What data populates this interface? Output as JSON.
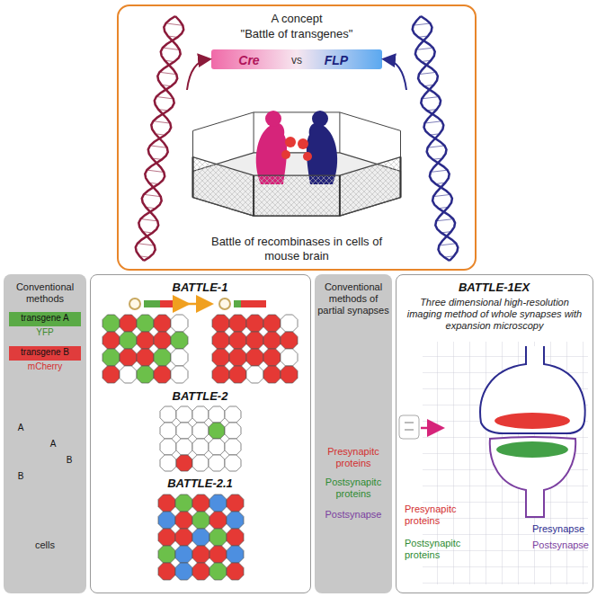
{
  "diagram": {
    "nodes": [
      {
        "text": [
          "A concept",
          "\"Battle of transgenes\"",
          "Battle of recombinases in cells of mouse brain"
        ]
      },
      {
        "text": [
          "Cre",
          "vs",
          "FLP"
        ],
        "in": 0
      },
      {
        "text": [
          "Conventional methods"
        ]
      },
      {
        "text": [
          "transgene A"
        ],
        "in": 2
      },
      {
        "text": [
          "transgene B"
        ],
        "in": 2
      },
      {
        "text": [
          "BATTLE-1",
          "BATTLE-2",
          "BATTLE-2.1"
        ]
      },
      {
        "text": [
          "Conventional methods of partial synapses"
        ]
      },
      {
        "text": [
          "BATTLE-1EX",
          "Three dimensional high-resolution imaging method of whole synapses with expansion microscopy"
        ]
      }
    ],
    "labels": [
      "YFP",
      "mCherry",
      "A",
      "A",
      "B",
      "B",
      "cells",
      "Presynapitc proteins",
      "Postsynapitc proteins",
      "Postsynapse",
      "Presynapitc proteins",
      "Postsynapitc proteins",
      "Presynapse",
      "Postsynapse"
    ]
  }
}
